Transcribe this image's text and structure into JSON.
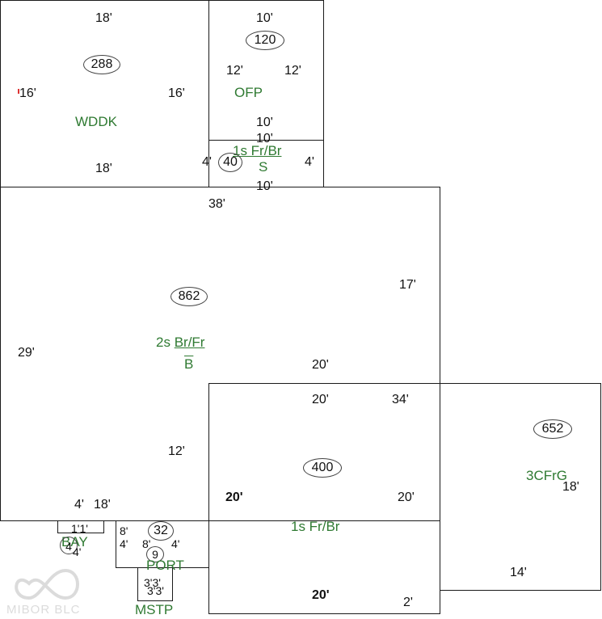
{
  "wddk": {
    "top": "18'",
    "left": "16'",
    "right": "16'",
    "bottom": "18'",
    "area": "288",
    "label": "WDDK"
  },
  "ofp": {
    "top": "10'",
    "left": "12'",
    "right": "12'",
    "bottom": "10'",
    "area": "120",
    "label": "OFP"
  },
  "bay_small": {
    "top": "10'",
    "label_main": "1s Fr/Br",
    "label_sub": "S",
    "left": "4'",
    "area": "40",
    "right": "4'",
    "bottom": "10'"
  },
  "main_house": {
    "top": "38'",
    "area": "862",
    "label_main": "2s Br/Fr",
    "label_sub": "B",
    "right_dim": "17'",
    "left_dim": "29'",
    "step_dim": "20'",
    "inner_dim": "12'",
    "bottom_left": "4'",
    "bottom_mid": "18'"
  },
  "addition": {
    "top": "20'",
    "area": "400",
    "left": "20'",
    "right": "20'",
    "label": "1s Fr/Br",
    "bottom": "20'",
    "corner": "2'"
  },
  "garage": {
    "top": "34'",
    "area": "652",
    "label": "3CFrG",
    "right": "18'",
    "bottom": "14'"
  },
  "bay": {
    "dim_a": "1'1'",
    "label": "BAY",
    "dim_b": "4'",
    "area": "4"
  },
  "porch": {
    "left_a": "8'",
    "left_b": "4'",
    "mid_a": "8'",
    "mid_b": "4'",
    "area": "32",
    "sub_area": "9",
    "label": "PORT"
  },
  "mstp": {
    "dims_top": "3'3'",
    "dims_bottom": "3'3'",
    "label": "MSTP"
  },
  "watermark": {
    "text": "MIBOR BLC"
  }
}
